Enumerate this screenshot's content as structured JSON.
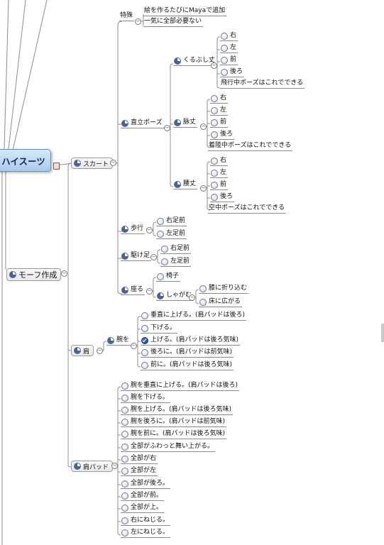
{
  "root": {
    "label": "ハイスーツ"
  },
  "morph": {
    "label": "モーフ作成"
  },
  "skirt": {
    "label": "スカート"
  },
  "tokushu": {
    "label": "特殊",
    "items": [
      "絵を作るたびにMayaで追加",
      "一気に全部必要ない"
    ]
  },
  "chokuritsu": {
    "label": "直立ポーズ",
    "kurubushi": {
      "label": "くるぶし丈",
      "items": [
        "右",
        "左",
        "前",
        "後ろ",
        "飛行中ポーズはこれでできる"
      ]
    },
    "hizatake": {
      "label": "脉丈",
      "items": [
        "右",
        "左",
        "前",
        "後ろ",
        "着陸中ポーズはこれでできる"
      ]
    },
    "koshitake": {
      "label": "腰丈",
      "items": [
        "右",
        "左",
        "前",
        "後ろ",
        "空中ポーズはこれでできる"
      ]
    }
  },
  "hokou": {
    "label": "歩行",
    "items": [
      "右足前",
      "左足前"
    ]
  },
  "kakeashi": {
    "label": "駆け足",
    "items": [
      "右足前",
      "左足前"
    ]
  },
  "suwaru": {
    "label": "座る",
    "isu": "椅子",
    "shagamu": {
      "label": "しゃがむ",
      "items": [
        "膝に折り込む",
        "床に広がる"
      ]
    }
  },
  "kata": {
    "label": "肩",
    "ude": {
      "label": "腕を",
      "items": [
        "垂直に上げる。(肩パッドは後ろ)",
        "下げる。",
        "上げる。(肩パッドは後ろ気味)",
        "後ろに。(肩パッドは前気味)",
        "前に。(肩パッドは後ろ気味)"
      ],
      "checked_index": 2
    }
  },
  "katapad": {
    "label": "肩パッド",
    "items": [
      "腕を垂直に上げる。(肩パッドは後ろ)",
      "腕を下げる。",
      "腕を上げる。(肩パッドは後ろ気味)",
      "腕を後ろに。(肩パッドは前気味)",
      "腕を前に。(肩パッドは後ろ気味)",
      "全部がふわっと舞い上がる。",
      "全部が右",
      "全部が左",
      "全部が後ろ。",
      "全部が前。",
      "全部が上。",
      "右にねじる。",
      "左にねじる。"
    ]
  },
  "colors": {
    "line": "#8c8c8c",
    "root_fill": "#b9d6f3",
    "root_border": "#5b8fc7"
  }
}
